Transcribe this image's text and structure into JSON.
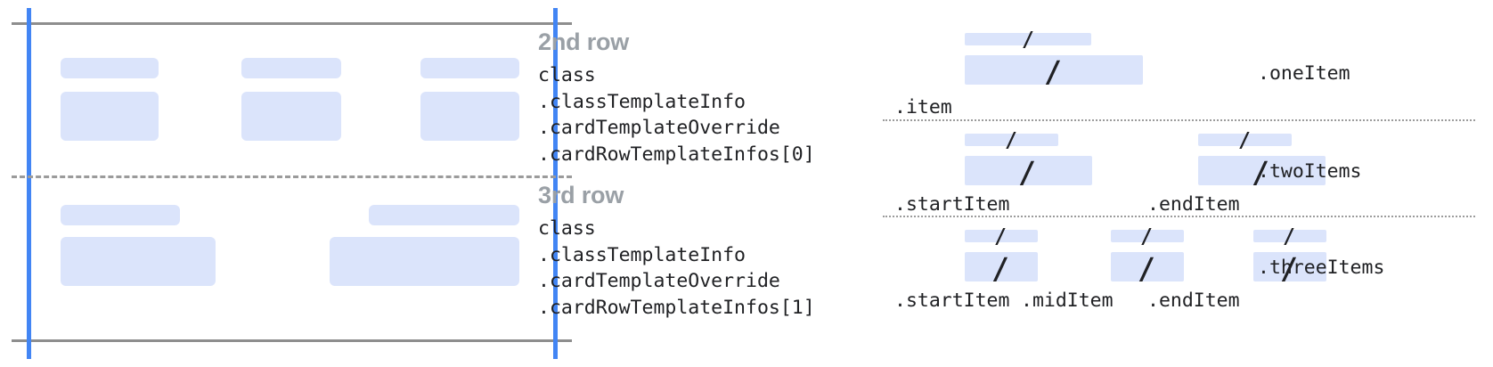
{
  "colors": {
    "placeholder_block": "#dbe4fb",
    "guide_blue": "#4285f4",
    "guide_gray": "#8e8e8e",
    "row_title_gray": "#9aa0a6",
    "code_text": "#202124",
    "background": "#ffffff"
  },
  "left_panel": {
    "rows": [
      {
        "name": "row-1-groups",
        "groups": [
          {
            "label_block": "placeholder-line",
            "body_block": "placeholder-box"
          },
          {
            "label_block": "placeholder-line",
            "body_block": "placeholder-box"
          },
          {
            "label_block": "placeholder-line",
            "body_block": "placeholder-box"
          }
        ]
      },
      {
        "name": "row-2-groups",
        "groups": [
          {
            "label_block": "placeholder-line",
            "body_block": "placeholder-box"
          },
          {
            "label_block": "placeholder-line",
            "body_block": "placeholder-box"
          }
        ]
      }
    ]
  },
  "row_descriptions": [
    {
      "title": "2nd row",
      "code": "class\n.classTemplateInfo\n.cardTemplateOverride\n.cardRowTemplateInfos[0]"
    },
    {
      "title": "3rd row",
      "code": "class\n.classTemplateInfo\n.cardTemplateOverride\n.cardRowTemplateInfos[1]"
    }
  ],
  "variants": [
    {
      "name": ".oneItem",
      "slots": [
        {
          "label": ".item",
          "glyph": "/"
        }
      ]
    },
    {
      "name": ".twoItems",
      "slots": [
        {
          "label": ".startItem",
          "glyph": "/"
        },
        {
          "label": ".endItem",
          "glyph": "/"
        }
      ]
    },
    {
      "name": ".threeItems",
      "slots": [
        {
          "label": ".startItem",
          "glyph": "/"
        },
        {
          "label": ".midItem",
          "glyph": "/"
        },
        {
          "label": ".endItem",
          "glyph": "/"
        }
      ]
    }
  ]
}
